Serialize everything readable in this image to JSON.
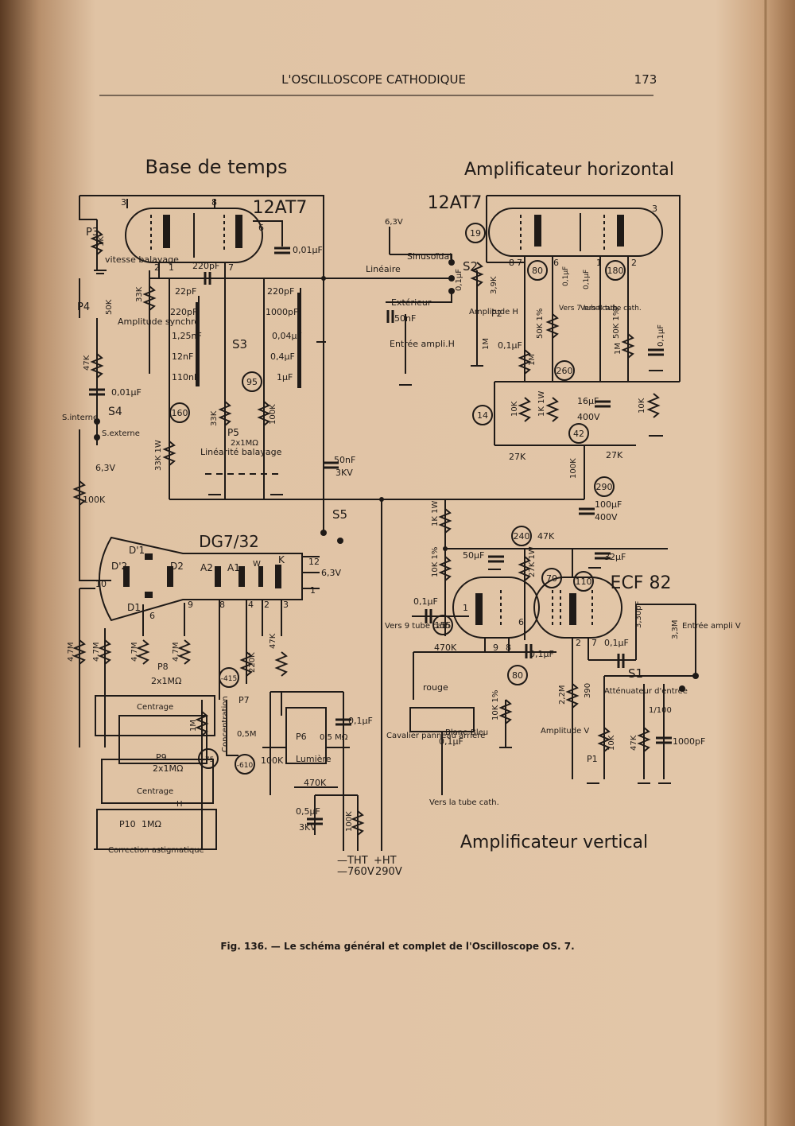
{
  "page": {
    "header": "L'OSCILLOSCOPE CATHODIQUE",
    "page_number": "173",
    "caption": "Fig. 136. — Le schéma général et complet de l'Oscilloscope OS. 7."
  },
  "sections": {
    "time_base": "Base de temps",
    "horizontal_amp": "Amplificateur horizontal",
    "vertical_amp": "Amplificateur vertical"
  },
  "tubes": {
    "tb_tube": "12AT7",
    "h_tube": "12AT7",
    "crt": "DG7/32",
    "v_tube": "ECF 82"
  },
  "labels": {
    "p3": "P3",
    "vitesse_balayage": "vitesse balayage",
    "p4": "P4",
    "amplitude_synchro": "Amplitude synchro",
    "s4": "S4",
    "s_interne": "S.interne",
    "s_externe": "S.externe",
    "v63_a": "6,3V",
    "v63_b": "6,3V",
    "v63_c": "6,3V",
    "s3": "S3",
    "p5": "P5",
    "p5_val": "2x1MΩ",
    "lineaire_balayage": "Linéarité balayage",
    "sinusoidal": "Sinusoïdal",
    "lineaire": "Linéaire",
    "s2": "S2",
    "exterieur": "Extérieur",
    "entree_ampli_h": "Entrée ampli.H",
    "amplitude_h": "Amplitude H",
    "p2": "P2",
    "vers7tube": "Vers 7 tube cath.",
    "vers8tube": "Vers 8 tube cath.",
    "s5": "S5",
    "p8": "P8",
    "p8_val": "2x1MΩ",
    "centrage_a": "Centrage",
    "p9": "P9",
    "p9_val": "2x1MΩ",
    "centrage_b": "Centrage",
    "h_mark": "H",
    "p10": "P10",
    "p10_val": "1MΩ",
    "correction_astigmatique": "Correction astigmatique",
    "concentration": "Concentration",
    "p7": "P7",
    "p7_val": "0,5M",
    "p6": "P6",
    "p6_val": "0,5 MΩ",
    "lumiere": "Lumière",
    "tht": "—THT",
    "ht": "+HT",
    "tht_v": "—760V",
    "ht_v": "290V",
    "vers9": "Vers 9 tube cath.",
    "rouge": "rouge",
    "cavalier": "Cavalier panneau arrière",
    "blanc": "Blanc",
    "bleu": "Bleu",
    "vers_tube": "Vers la tube cath.",
    "s1": "S1",
    "attenuateur": "Atténuateur d'entrée",
    "ratio": "1/100",
    "entree_ampli_v": "Entrée ampli V",
    "amplitude_v": "Amplitude V",
    "p1": "P1",
    "d1p": "D'1",
    "d2p": "D'2",
    "d1": "D1",
    "d2": "D2",
    "a2": "A2",
    "a1": "A1",
    "w": "W",
    "k": "K"
  },
  "components": {
    "r_1k": "1K",
    "r_33k_a": "33K",
    "r_50k": "50K",
    "r_47k_a": "47K",
    "c_001_a": "0,01µF",
    "r_100k_a": "100K",
    "c_220pf_a": "220pF",
    "c_22pf": "22pF",
    "c_220pf_b": "220pF",
    "c_125nf": "1,25nF",
    "c_12nf": "12nF",
    "c_110nf": "110nF",
    "c_220pf_c": "220pF",
    "c_1000pf_a": "1000pF",
    "c_004": "0,04µF",
    "c_04": "0,4µF",
    "c_1uf": "1µF",
    "c_001_b": "0,01µF",
    "r_33k_b": "33K",
    "r_100k_b": "100K",
    "r_33k_1w": "33K 1W",
    "c_50nf_a": "50nF",
    "c_50nf_3kv": "50nF",
    "kv3_a": "3KV",
    "c_01_a": "0,1µF",
    "r_39k": "3,9K",
    "c_01_b": "0,1µF",
    "r_1m_a": "1M",
    "r_50k_1": "50K 1%",
    "c_col": "0,1µF",
    "c_01_c": "0,1µF",
    "r_50k_2": "50K 1%",
    "r_1m_b": "1M",
    "r_1m_c": "1M",
    "c_01_d": "0,1µF",
    "r_10k_a": "10K",
    "r_1k_1w": "1K 1W",
    "c_16uf": "16µF",
    "v400_a": "400V",
    "r_10k_b": "10K",
    "r_27k_a": "27K",
    "r_27k_b": "27K",
    "r_100k_c": "100K",
    "c_100uf": "100µF",
    "v400_b": "400V",
    "r_1k_1w_b": "1K 1W",
    "r_47k_b": "47K",
    "c_50uf": "50µF",
    "c_32uf": "32µF",
    "r_10k_1": "10K 1%",
    "r_27k_c": "27K 1W",
    "c_01_e": "0,1µF",
    "r_470k": "470K",
    "c_01_f": "0,1µF",
    "r_10k_1b": "10K 1%",
    "c_01_g": "0,1µF",
    "r_22m": "2,2M",
    "r_390": "390",
    "c_330pf": "3,30pF",
    "r_33m": "3,3M",
    "c_01_h": "0,1µF",
    "r_10k_c": "10K",
    "r_47k_c": "47K",
    "c_1000pf_b": "1000pF",
    "r_47m_a": "4,7M",
    "r_47m_b": "4,7M",
    "r_47m_c": "4,7M",
    "r_47m_d": "4,7M",
    "r_1m_d": "1M",
    "r_220k": "220K",
    "r_47k_d": "47K",
    "r_100k_d": "100K",
    "r_470k_b": "470K",
    "c_01_i": "0,1µF",
    "c_05uf": "0,5µF",
    "kv3_b": "3KV",
    "r_100k_e": "100K"
  },
  "voltages": {
    "v160": "160",
    "v95": "95",
    "v19": "19",
    "v80a": "80",
    "v180": "180",
    "v260": "260",
    "v14": "14",
    "v42": "42",
    "v290": "290",
    "v240": "240",
    "v70": "70",
    "v110": "110",
    "v155": "155",
    "v80b": "80",
    "vm415": "-415",
    "vm75": "-75",
    "vm610": "-610"
  },
  "pins": {
    "tb": [
      "3",
      "8",
      "6",
      "1",
      "2",
      "7"
    ],
    "h": [
      "3",
      "8",
      "7",
      "6",
      "1",
      "2"
    ],
    "crt": [
      "10",
      "6",
      "9",
      "8",
      "4",
      "2",
      "3",
      "12",
      "1"
    ],
    "ecf": [
      "1",
      "6",
      "9",
      "8",
      "2",
      "7"
    ]
  }
}
